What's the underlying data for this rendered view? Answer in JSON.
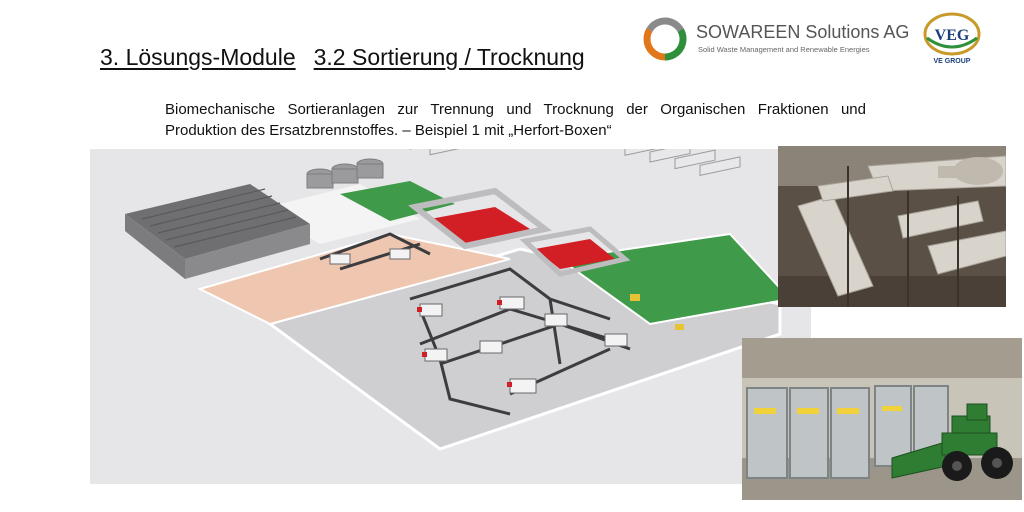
{
  "title": {
    "module": "3. Lösungs-Module",
    "section": "3.2 Sortierung / Trocknung"
  },
  "logos": {
    "sowareen": {
      "name": "SOWAREEN Solutions AG",
      "tagline": "Solid Waste Management and Renewable Energies",
      "colors": [
        "#e2761b",
        "#2f8f3a",
        "#8a8a8a"
      ]
    },
    "veg": {
      "text": "VE GROUP",
      "letters": "VEG",
      "colors": [
        "#1c3f7a",
        "#c89a2c"
      ]
    }
  },
  "intro_text": "Biomechanische Sortieranlagen zur Trennung und Trocknung der Organischen Fraktionen und Produktion des Ersatzbrennstoffes. – Beispiel 1 mit „Herfort-Boxen“",
  "images": {
    "plant_rendering": "3d-plant-layout-illustration",
    "photo_top": "conveyor-system-photo",
    "photo_bottom": "drying-boxes-wheel-loader-photo"
  },
  "colors": {
    "floor_green": "#3f9a4a",
    "floor_red": "#d21f25",
    "floor_peach": "#efc7b0",
    "floor_grey": "#cfcfd2",
    "machine_green": "#2e7d32"
  }
}
